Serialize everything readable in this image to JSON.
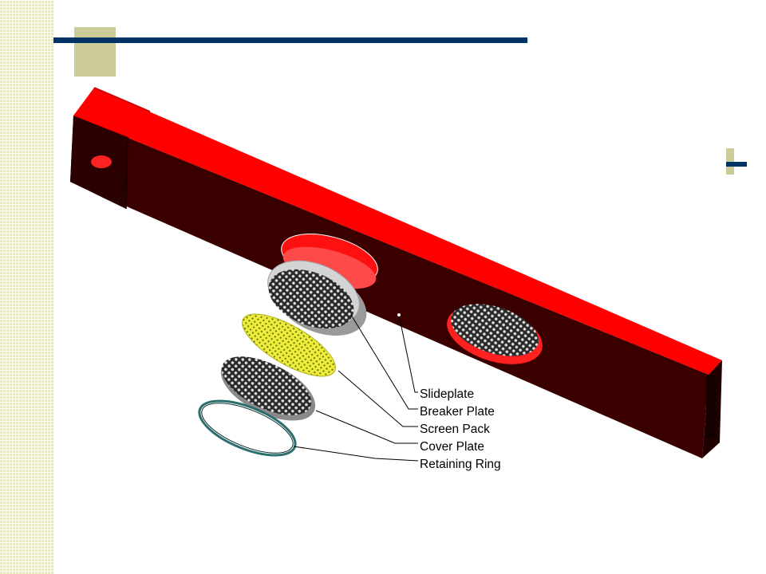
{
  "slide": {
    "accent_color": "#003366",
    "tan_color": "#cccc99"
  },
  "diagram": {
    "callouts": [
      {
        "label": "Slideplate",
        "part": "slideplate"
      },
      {
        "label": "Breaker Plate",
        "part": "breaker-plate"
      },
      {
        "label": "Screen Pack",
        "part": "screen-pack"
      },
      {
        "label": "Cover Plate",
        "part": "cover-plate"
      },
      {
        "label": "Retaining Ring",
        "part": "retaining-ring"
      }
    ],
    "colors": {
      "slideplate_top": "#ff0000",
      "slideplate_side": "#3a0000",
      "screen_pack": "#e6e62e",
      "breaker_plate": "#c8c8c8",
      "retaining_ring": "#2a6e6e"
    }
  }
}
